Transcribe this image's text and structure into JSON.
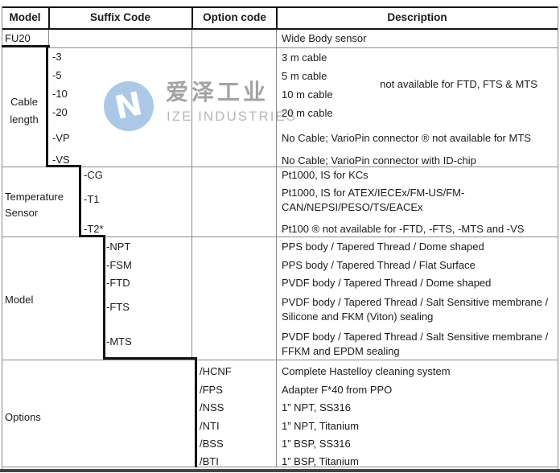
{
  "header": {
    "model": "Model",
    "suffix": "Suffix Code",
    "option": "Option code",
    "description": "Description"
  },
  "fu20": {
    "code": "FU20",
    "desc": "Wide Body sensor"
  },
  "cable": {
    "label": "Cable length",
    "note": "not available for FTD, FTS & MTS",
    "rows": [
      {
        "code": "-3",
        "desc": "3 m cable"
      },
      {
        "code": "-5",
        "desc": "5 m cable"
      },
      {
        "code": "-10",
        "desc": "10 m cable"
      },
      {
        "code": "-20",
        "desc": "20 m cable"
      },
      {
        "code": "-VP",
        "desc": "No Cable; VarioPin connector ® not available for MTS"
      },
      {
        "code": "-VS",
        "desc": "No Cable; VarioPin connector with ID-chip"
      }
    ]
  },
  "temp": {
    "label": "Temperature Sensor",
    "rows": [
      {
        "code": "-CG",
        "desc": "Pt1000, IS for KCs"
      },
      {
        "code": "-T1",
        "desc": "Pt1000, IS for ATEX/IECEx/FM-US/FM-CAN/NEPSI/PESO/TS/EACEx"
      },
      {
        "code": "-T2*",
        "desc": "Pt100 ® not available for -FTD, -FTS, -MTS and -VS"
      }
    ]
  },
  "model": {
    "label": "Model",
    "rows": [
      {
        "code": "-NPT",
        "desc": "PPS body / Tapered Thread / Dome shaped"
      },
      {
        "code": "-FSM",
        "desc": "PPS body / Tapered Thread / Flat Surface"
      },
      {
        "code": "-FTD",
        "desc": "PVDF body / Tapered Thread / Dome shaped"
      },
      {
        "code": "-FTS",
        "desc": "PVDF body / Tapered Thread / Salt Sensitive membrane / Silicone and FKM (Viton) sealing"
      },
      {
        "code": "-MTS",
        "desc": "PVDF body / Tapered Thread / Salt Sensitive membrane / FFKM and EPDM sealing"
      }
    ]
  },
  "options": {
    "label": "Options",
    "rows": [
      {
        "code": "/HCNF",
        "desc": "Complete Hastelloy cleaning system"
      },
      {
        "code": "/FPS",
        "desc": "Adapter F*40 from PPO"
      },
      {
        "code": "/NSS",
        "desc": "1” NPT, SS316"
      },
      {
        "code": "/NTI",
        "desc": "1” NPT, Titanium"
      },
      {
        "code": "/BSS",
        "desc": "1” BSP, SS316"
      },
      {
        "code": "/BTI",
        "desc": "1” BSP, Titanium"
      }
    ]
  },
  "watermark": {
    "glyph": "N",
    "cn": "爱泽工业",
    "en": "IZE INDUSTRIES",
    "logo_color": "#abc9e7"
  }
}
